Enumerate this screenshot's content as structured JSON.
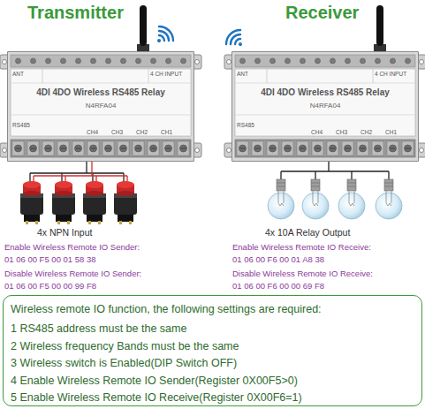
{
  "diagram": {
    "nodes": [
      {
        "text": [
          "Transmitter",
          "4DI 4DO Wireless RS485 Relay",
          "N4RFA04"
        ]
      },
      {
        "text": [
          "Receiver",
          "4DI 4DO Wireless RS485 Relay",
          "N4RFA04"
        ]
      },
      {
        "text": [
          "Wireless remote IO function, the following settings are required:",
          "1 RS485 address must be the same",
          "2 Wireless frequency Bands must be the same",
          "3 Wireless switch is Enabled(DIP Switch OFF)",
          "4 Enable Wireless Remote IO Sender(Register 0X00F5>0)",
          "5 Enable Wireless Remote IO Receive(Register 0X00F6=1)"
        ]
      }
    ],
    "labels": [
      "ANT",
      "4 CH INPUT",
      "RS485",
      "CH4",
      "CH3",
      "CH2",
      "CH1",
      "4x NPN Input",
      "Enable Wireless Remote IO Sender:",
      "01 06 00 F5 00 01 58 38",
      "Disable Wireless Remote IO Sender:",
      "01 06 00 F5 00 00 99 F8",
      "ANT",
      "4 CH INPUT",
      "RS485",
      "CH4",
      "CH3",
      "CH2",
      "CH1",
      "4x 10A Relay Output",
      "Enable Wireless Remote IO Receive:",
      "01 06 00 F6 00 01 A8 38",
      "Disable Wireless Remote IO Receive:",
      "01 06 00 F6 00 00 69 F8"
    ]
  }
}
